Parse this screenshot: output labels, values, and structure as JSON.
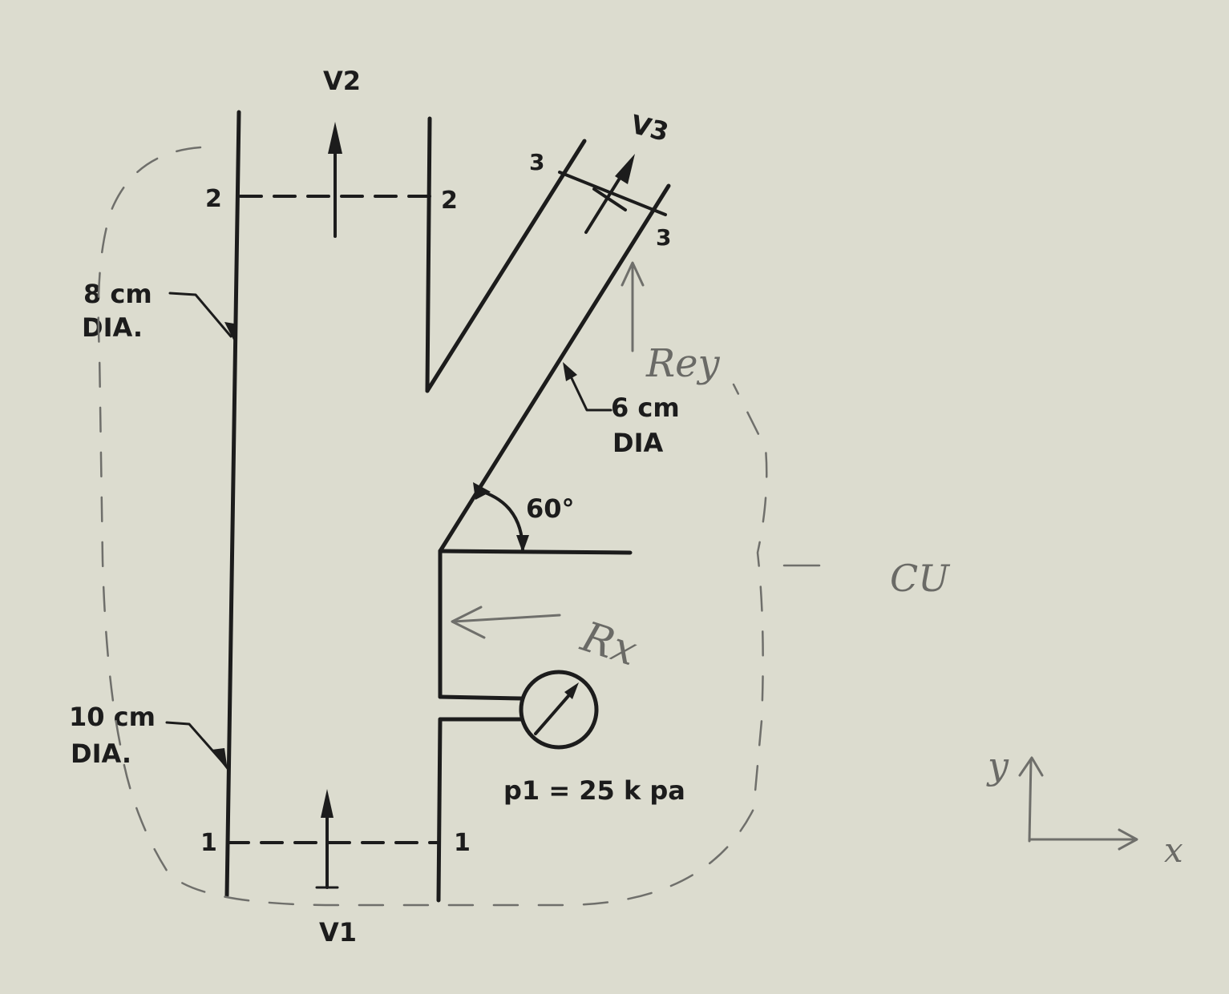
{
  "labels": {
    "v1": "V1",
    "v2": "V2",
    "v3": "V3",
    "station_1_left": "1",
    "station_1_right": "1",
    "station_2_left": "2",
    "station_2_right": "2",
    "station_3_top": "3",
    "station_3_bottom": "3",
    "dia_8_line1": "8 cm",
    "dia_8_line2": "DIA.",
    "dia_10_line1": "10 cm",
    "dia_10_line2": "DIA.",
    "dia_6_line1": "6 cm",
    "dia_6_line2": "DIA",
    "angle": "60°",
    "pressure": "p1 = 25 k pa"
  },
  "handwritten": {
    "r_ey": "Rey",
    "r_x": "Rx",
    "control_volume": "CU",
    "axis_y": "y",
    "axis_x": "x"
  },
  "colors": {
    "ink": "#1c1c1c",
    "pencil": "#6f6f6b",
    "paper": "#dcdccf"
  }
}
